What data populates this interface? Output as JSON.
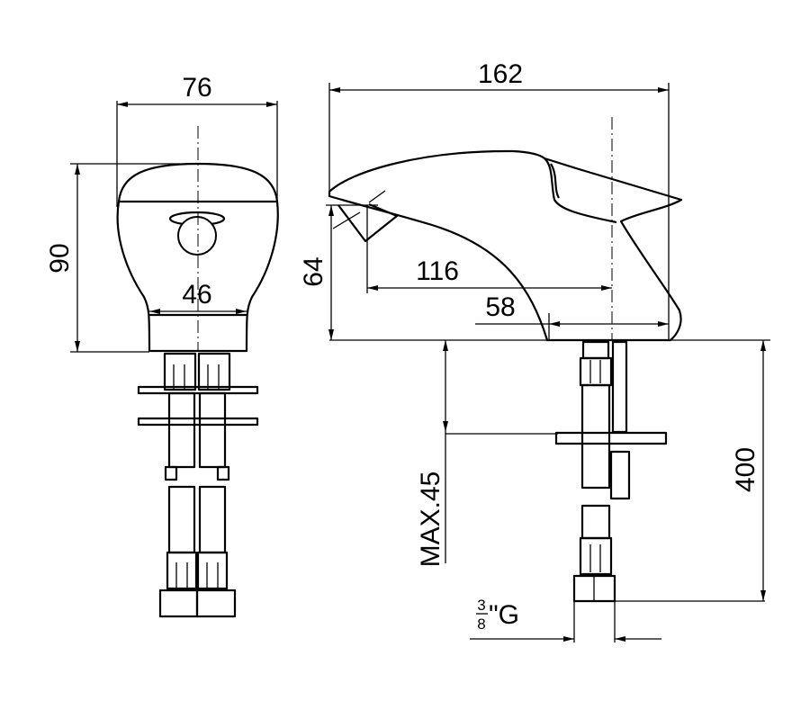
{
  "front_view": {
    "width_label": "76",
    "height_label": "90",
    "base_width_label": "46"
  },
  "side_view": {
    "length_label": "162",
    "height_label": "64",
    "reach_label": "116",
    "base_label": "58",
    "deck_thickness_label": "MAX.45",
    "hose_length_label": "400",
    "thread_numerator": "3",
    "thread_denominator": "8",
    "thread_suffix": "\"G"
  }
}
